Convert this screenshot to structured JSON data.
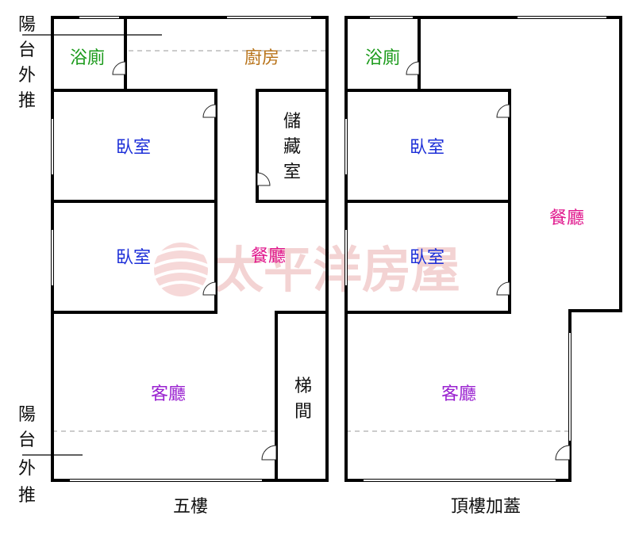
{
  "colors": {
    "bath": "#1a9a1a",
    "kitchen": "#b8731a",
    "bedroom": "#1d2fd8",
    "dining": "#e0168c",
    "living": "#9a22d0",
    "watermark": "#f2cccc"
  },
  "watermark": {
    "text": "太平洋房屋",
    "icon": "wave-globe-logo"
  },
  "notes": {
    "balcony_top": "陽台外推",
    "balcony_bottom": "陽台外推"
  },
  "floor_5": {
    "caption": "五樓",
    "bath": "浴廁",
    "kitchen": "廚房",
    "storage": "儲藏室",
    "bedroom_1": "臥室",
    "bedroom_2": "臥室",
    "dining": "餐廳",
    "living": "客廳",
    "stairs": "梯間"
  },
  "floor_roof": {
    "caption": "頂樓加蓋",
    "bath": "浴廁",
    "bedroom_1": "臥室",
    "bedroom_2": "臥室",
    "dining": "餐廳",
    "living": "客廳"
  }
}
